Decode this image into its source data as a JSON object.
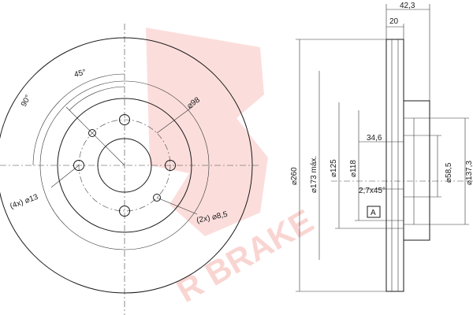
{
  "watermark": {
    "brand_text": "R BRAKE",
    "color": "#f08a80"
  },
  "front_view": {
    "angle_90": "90°",
    "angle_45": "45°",
    "pcd": "⌀98",
    "holes_label": "(4x) ⌀13",
    "threads_label": "(2x) ⌀8,5"
  },
  "section_view": {
    "overall_width": "42,3",
    "hub_width": "20",
    "od": "⌀260",
    "max_wear": "⌀173 máx.",
    "d125": "⌀125",
    "d118": "⌀118",
    "hub_depth": "34,6",
    "chamfer": "2,7x45°",
    "datum": "A",
    "bore": "⌀58,5",
    "d137": "⌀137,3"
  }
}
